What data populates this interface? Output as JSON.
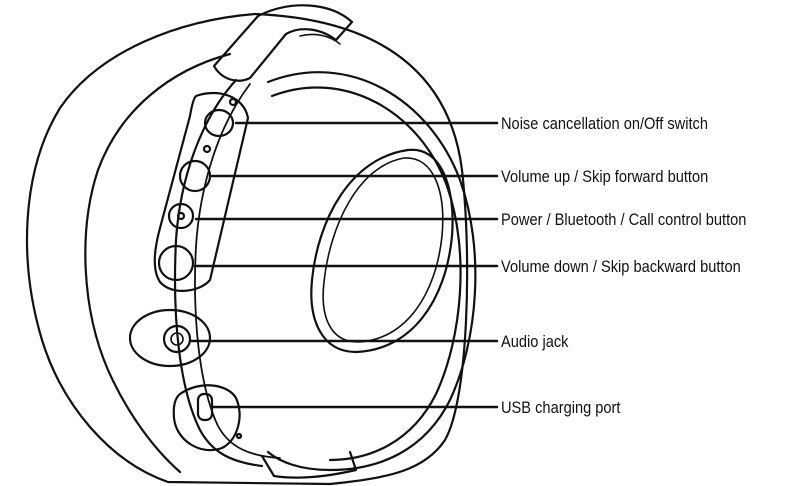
{
  "callouts": [
    {
      "id": "noise-cancellation-switch",
      "label": "Noise cancellation on/Off switch"
    },
    {
      "id": "volume-up-button",
      "label": "Volume up / Skip forward button"
    },
    {
      "id": "power-button",
      "label": "Power / Bluetooth / Call control button"
    },
    {
      "id": "volume-down-button",
      "label": "Volume down / Skip backward button"
    },
    {
      "id": "audio-jack",
      "label": "Audio jack"
    },
    {
      "id": "usb-charging-port",
      "label": "USB charging port"
    }
  ],
  "colors": {
    "line": "#111111",
    "background": "#ffffff"
  }
}
